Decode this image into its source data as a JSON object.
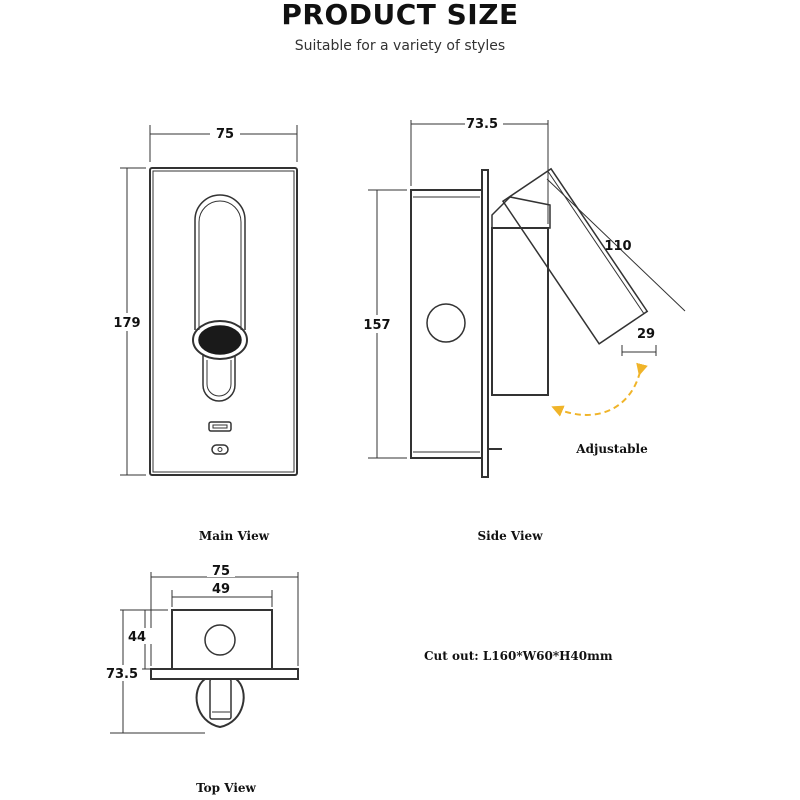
{
  "header": {
    "title": "PRODUCT SIZE",
    "subtitle": "Suitable for a variety of styles"
  },
  "main_view": {
    "caption": "Main View",
    "width": "75",
    "height": "179"
  },
  "side_view": {
    "caption": "Side View",
    "depth": "73.5",
    "height": "157",
    "arm_length": "110",
    "head_width": "29",
    "adjust_label": "Adjustable"
  },
  "top_view": {
    "caption": "Top View",
    "outer_width": "75",
    "inner_width": "49",
    "box_depth": "44",
    "total_depth": "73.5"
  },
  "cutout": {
    "text": "Cut out: L160*W60*H40mm"
  },
  "colors": {
    "line": "#333333",
    "accent": "#f0b429"
  }
}
